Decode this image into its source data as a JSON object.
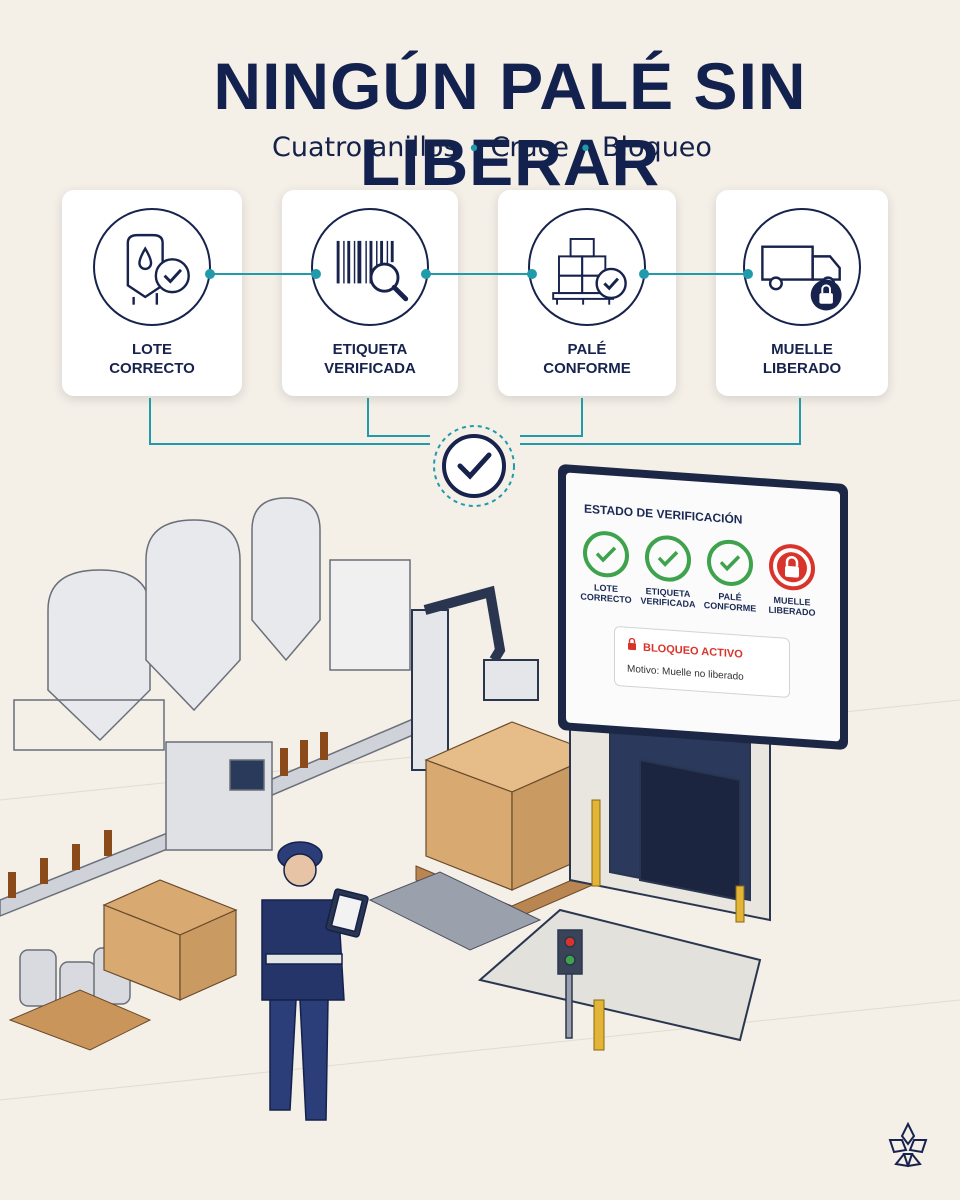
{
  "header": {
    "title": "NINGÚN PALÉ SIN LIBERAR",
    "subtitle": [
      "Cuatro anillos",
      "Cruce",
      "Bloqueo"
    ]
  },
  "steps": [
    {
      "label": "LOTE\nCORRECTO",
      "icon": "tank-check-icon"
    },
    {
      "label": "ETIQUETA\nVERIFICADA",
      "icon": "barcode-magnifier-icon"
    },
    {
      "label": "PALÉ\nCONFORME",
      "icon": "pallet-check-icon"
    },
    {
      "label": "MUELLE\nLIBERADO",
      "icon": "truck-lock-icon"
    }
  ],
  "merge_icon": "checkmark-icon",
  "monitor": {
    "title": "ESTADO DE VERIFICACIÓN",
    "items": [
      {
        "label": "LOTE\nCORRECTO",
        "state": "ok"
      },
      {
        "label": "ETIQUETA\nVERIFICADA",
        "state": "ok"
      },
      {
        "label": "PALÉ\nCONFORME",
        "state": "ok"
      },
      {
        "label": "MUELLE\nLIBERADO",
        "state": "locked"
      }
    ],
    "alert_title": "BLOQUEO ACTIVO",
    "alert_reason": "Motivo: Muelle no liberado"
  },
  "colors": {
    "navy": "#17234d",
    "teal": "#1f9bab",
    "ok": "#3fa34d",
    "lock": "#d9342b",
    "background": "#f4efe7"
  }
}
